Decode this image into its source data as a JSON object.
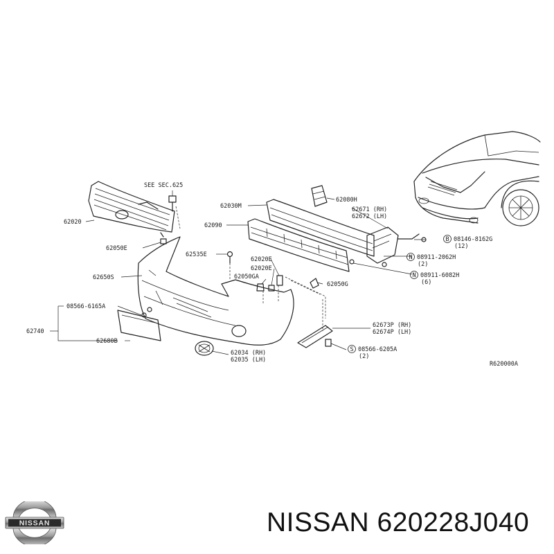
{
  "diagram": {
    "labels": {
      "see_sec": "SEE SEC.625",
      "grille": "62020",
      "clip_62050e": "62050E",
      "fascia": "62650S",
      "bolt_08566_6165a": "08566-6165A",
      "bracket_62740": "62740",
      "plate_62680b": "62680B",
      "reinf_62030m": "62030M",
      "absorber_62090": "62090",
      "clip_62535e": "62535E",
      "clip_62020e_1": "62020E",
      "clip_62020e_2": "62020E",
      "clip_62050ga": "62050GA",
      "clip_62050g": "62050G",
      "bracket_62080h": "62080H",
      "stay_rh": "62671 (RH)",
      "stay_lh": "62672 (LH)",
      "bolt_b_08146": "08146-8162G",
      "bolt_b_qty": "(12)",
      "nut_n1": "08911-2062H",
      "nut_n1_qty": "(2)",
      "nut_n2": "08911-6082H",
      "nut_n2_qty": "(6)",
      "side_rh": "62673P (RH)",
      "side_lh": "62674P (LH)",
      "screw_s": "08566-6205A",
      "screw_s_qty": "(2)",
      "cap_rh": "62034 (RH)",
      "cap_lh": "62035 (LH)",
      "diagram_ref": "R620000A",
      "marker_b": "B",
      "marker_n": "N",
      "marker_s": "S"
    }
  },
  "footer": {
    "title": "NISSAN 620228J040",
    "logo_text": "NISSAN"
  }
}
